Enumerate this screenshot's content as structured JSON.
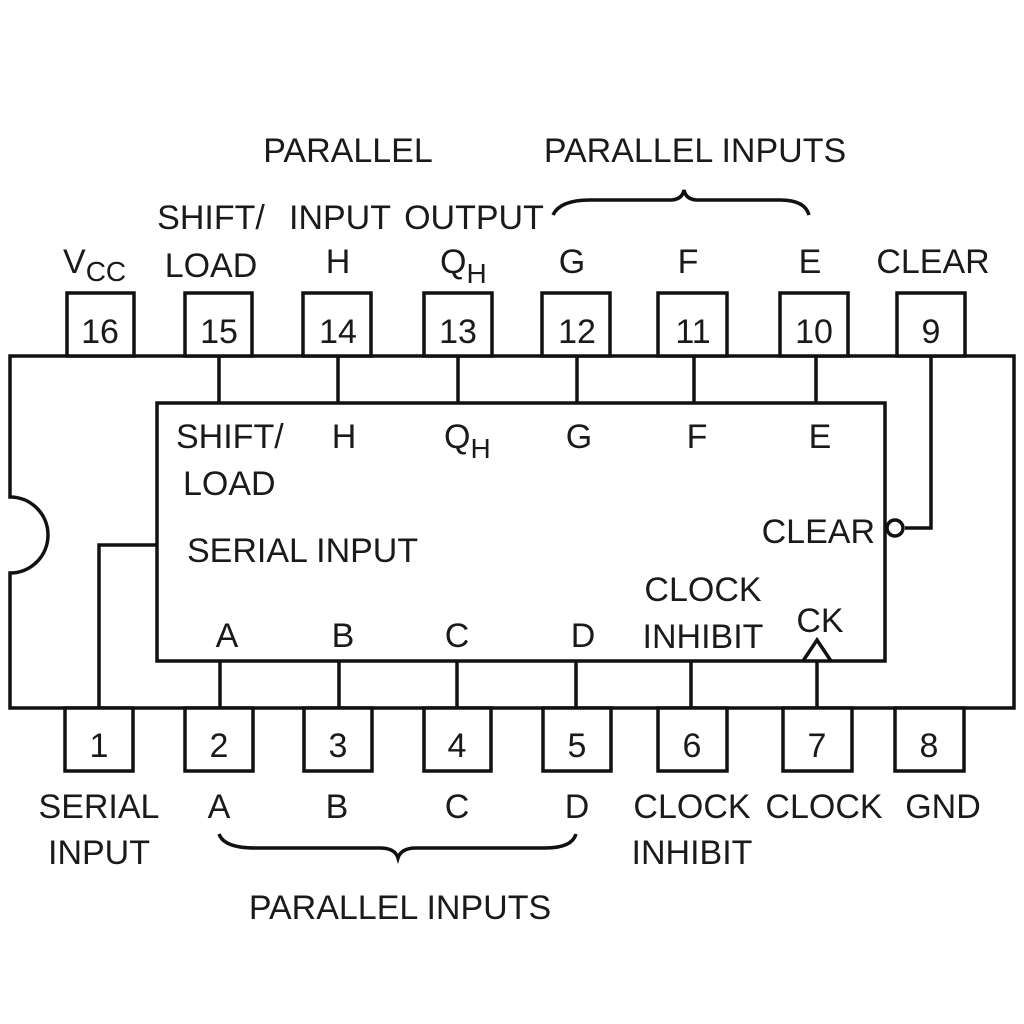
{
  "diagram": {
    "type": "ic-pinout",
    "package": "16-pin DIP",
    "colors": {
      "line": "#111111",
      "text": "#1a1a1a",
      "background": "#ffffff"
    },
    "top_group_labels": {
      "parallel_word": "PARALLEL",
      "parallel_inputs": "PARALLEL INPUTS",
      "shift_line1": "SHIFT/",
      "input_word": "INPUT",
      "output_word": "OUTPUT"
    },
    "bottom_group_labels": {
      "parallel_inputs": "PARALLEL INPUTS"
    },
    "top_pins": [
      {
        "number": "16",
        "label": "V",
        "label_sub": "CC"
      },
      {
        "number": "15",
        "label": "LOAD"
      },
      {
        "number": "14",
        "label": "H"
      },
      {
        "number": "13",
        "label": "Q",
        "label_sub": "H"
      },
      {
        "number": "12",
        "label": "G"
      },
      {
        "number": "11",
        "label": "F"
      },
      {
        "number": "10",
        "label": "E"
      },
      {
        "number": "9",
        "label": "CLEAR"
      }
    ],
    "bottom_pins": [
      {
        "number": "1",
        "label1": "SERIAL",
        "label2": "INPUT"
      },
      {
        "number": "2",
        "label1": "A"
      },
      {
        "number": "3",
        "label1": "B"
      },
      {
        "number": "4",
        "label1": "C"
      },
      {
        "number": "5",
        "label1": "D"
      },
      {
        "number": "6",
        "label1": "CLOCK",
        "label2": "INHIBIT"
      },
      {
        "number": "7",
        "label1": "CLOCK"
      },
      {
        "number": "8",
        "label1": "GND"
      }
    ],
    "inner_labels": {
      "shift_load_1": "SHIFT/",
      "shift_load_2": "LOAD",
      "h": "H",
      "qh": "Q",
      "qh_sub": "H",
      "g": "G",
      "f": "F",
      "e": "E",
      "clear": "CLEAR",
      "serial_input": "SERIAL INPUT",
      "a": "A",
      "b": "B",
      "c": "C",
      "d": "D",
      "clock_inhibit_1": "CLOCK",
      "clock_inhibit_2": "INHIBIT",
      "ck": "CK"
    }
  }
}
